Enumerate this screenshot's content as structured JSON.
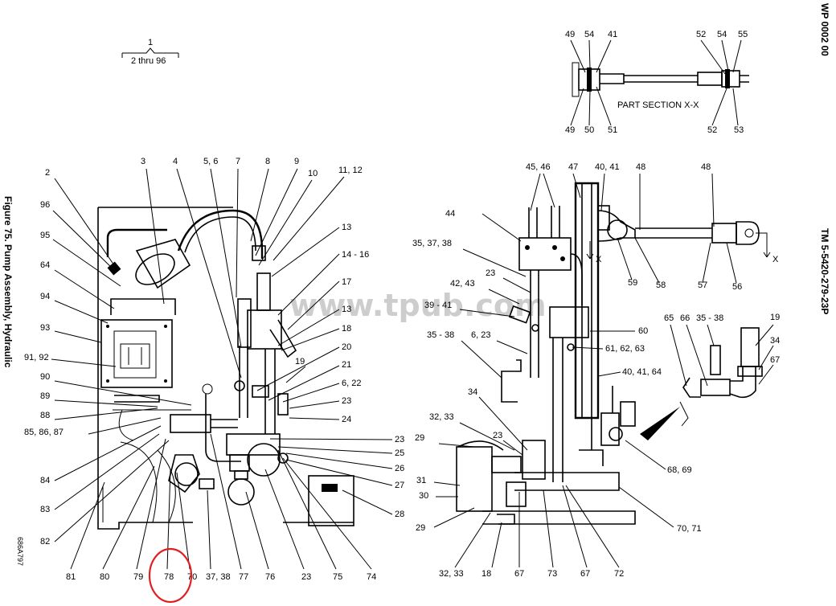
{
  "figure_caption": "Figure 75. Pump Assembly, Hydraulic",
  "wp_number": "WP 0002 00",
  "tm_number": "TM 5-5420-279-23P",
  "image_code": "686A797",
  "watermark": "www.tpub.com",
  "top_index": {
    "top": "1",
    "bottom": "2 thru 96"
  },
  "part_section_label": "PART SECTION X-X",
  "section_marker": "X",
  "highlighted_callout": "78",
  "highlight_color": "#e02020",
  "callouts_left": [
    "2",
    "3",
    "4",
    "5, 6",
    "7",
    "8",
    "9",
    "10",
    "11, 12",
    "13",
    "14 - 16",
    "17",
    "13",
    "18",
    "20",
    "19",
    "21",
    "6, 22",
    "23",
    "24",
    "23",
    "25",
    "26",
    "27",
    "28",
    "96",
    "95",
    "64",
    "94",
    "93",
    "91, 92",
    "90",
    "89",
    "88",
    "85, 86, 87",
    "84",
    "83",
    "82",
    "81",
    "80",
    "79",
    "78",
    "70",
    "37, 38",
    "77",
    "76",
    "23",
    "75",
    "74"
  ],
  "callouts_right": [
    "45, 46",
    "47",
    "40, 41",
    "48",
    "48",
    "44",
    "35, 37, 38",
    "23",
    "42, 43",
    "39 - 41",
    "35 - 38",
    "6, 23",
    "60",
    "61, 62, 63",
    "40, 41, 64",
    "34",
    "32, 33",
    "23",
    "29",
    "31",
    "30",
    "29",
    "32, 33",
    "18",
    "67",
    "73",
    "67",
    "72",
    "70, 71",
    "68, 69",
    "59",
    "58",
    "57",
    "56",
    "65",
    "66",
    "35 - 38",
    "19",
    "34",
    "67"
  ],
  "callouts_section": [
    "49",
    "54",
    "41",
    "52",
    "54",
    "55",
    "49",
    "50",
    "51",
    "52",
    "53"
  ]
}
